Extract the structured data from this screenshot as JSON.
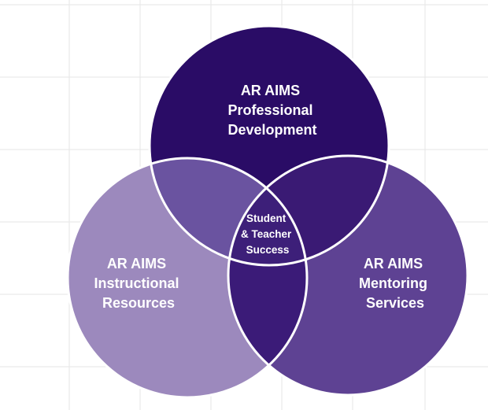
{
  "diagram": {
    "top": {
      "lines": [
        "AR AIMS",
        "Professional",
        "Development"
      ]
    },
    "left": {
      "lines": [
        "AR AIMS",
        "Instructional",
        "Resources"
      ]
    },
    "right": {
      "lines": [
        "AR AIMS",
        "Mentoring",
        "Services"
      ]
    },
    "center": {
      "lines": [
        "Student",
        "& Teacher",
        "Success"
      ]
    }
  },
  "colors": {
    "top": "#2a0c66",
    "left": "#9c89bd",
    "right": "#5e4293",
    "top_left": "#6a53a0",
    "top_right": "#3a1a74",
    "left_right": "#3b1b78",
    "center": "#3d1f79",
    "outline": "#ffffff"
  }
}
